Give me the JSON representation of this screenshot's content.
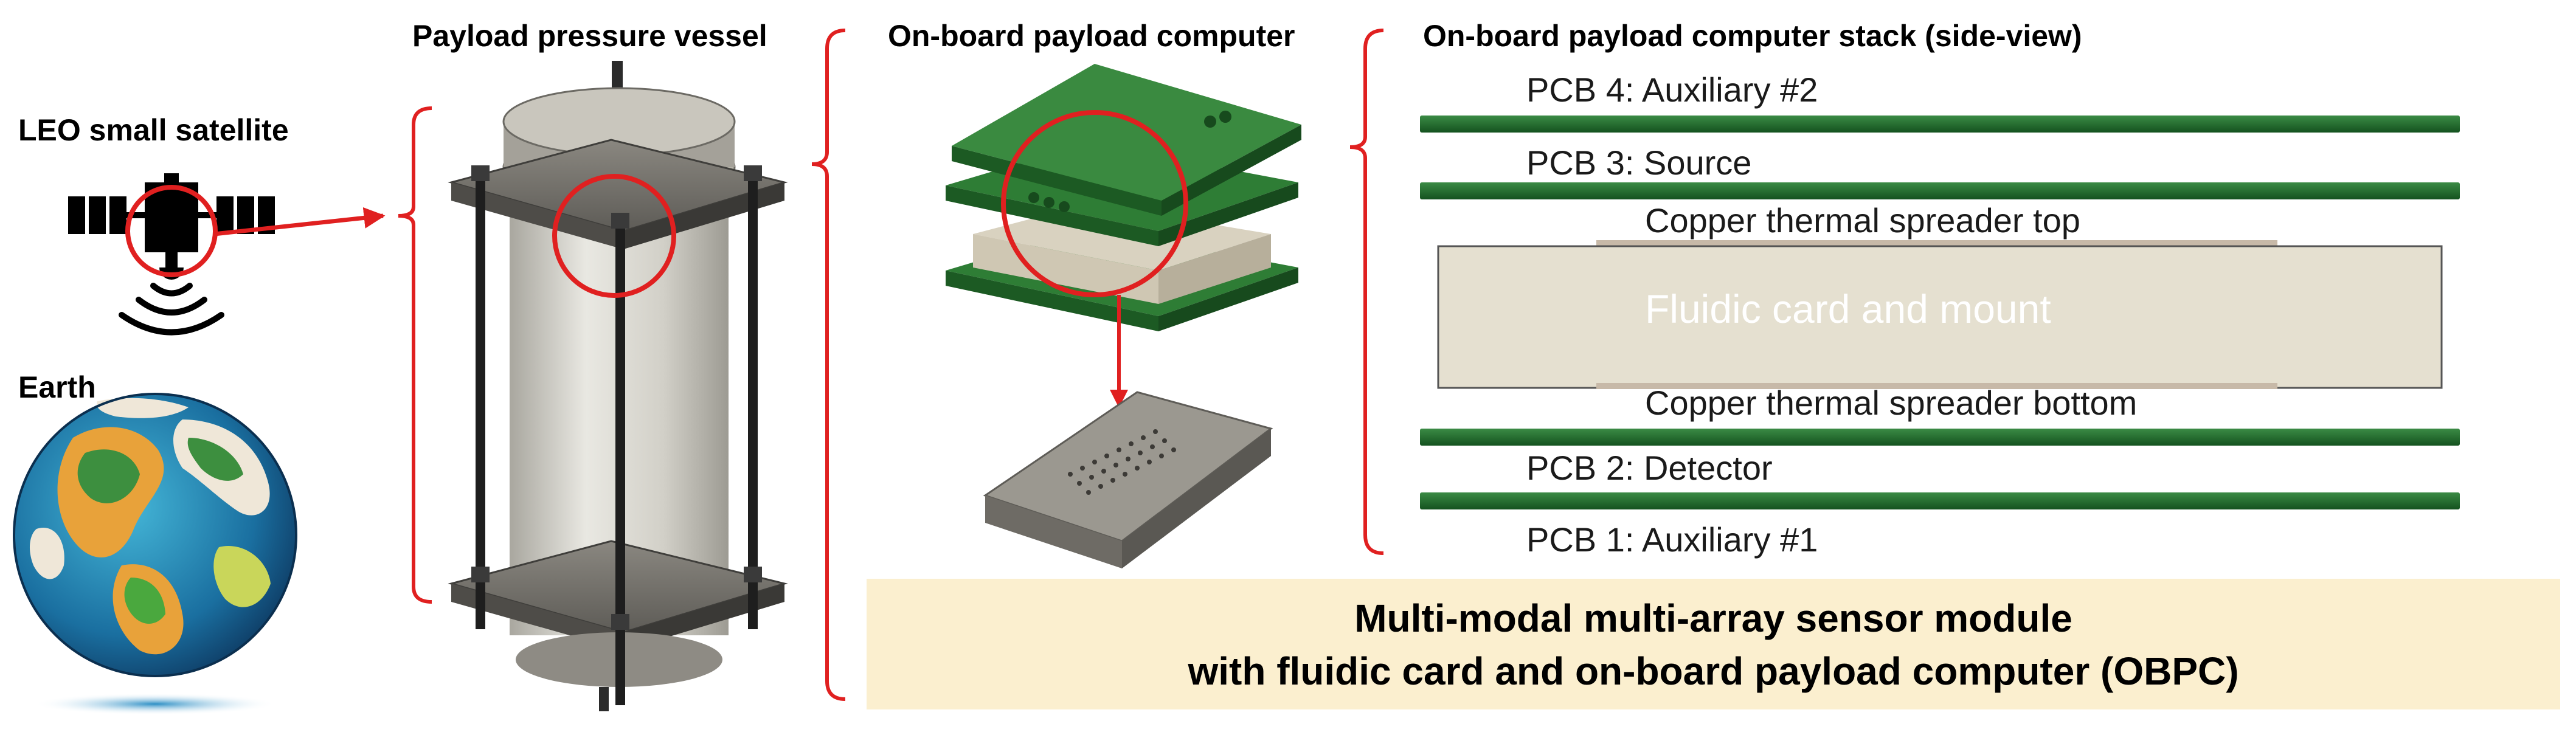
{
  "labels": {
    "satellite": "LEO small satellite",
    "earth": "Earth",
    "vessel": "Payload pressure vessel",
    "obpc": "On-board payload computer",
    "stack": "On-board payload computer stack (side-view)"
  },
  "stack_layers": {
    "pcb4": "PCB 4: Auxiliary #2",
    "pcb3": "PCB 3: Source",
    "copper_top": "Copper thermal spreader top",
    "fluidic": "Fluidic card and mount",
    "copper_bottom": "Copper thermal spreader bottom",
    "pcb2": "PCB 2: Detector",
    "pcb1": "PCB 1: Auxiliary #1"
  },
  "banner": {
    "line1": "Multi-modal multi-array sensor module",
    "line2": "with fluidic card and on-board payload computer (OBPC)"
  },
  "colors": {
    "pcb_green": "#1f6b2d",
    "highlight_red": "#e02020",
    "banner_bg": "#fbefcf",
    "fluidic_fill": "#e5e0d0"
  },
  "icons": [
    "satellite-icon",
    "signal-waves-icon",
    "earth-globe-icon",
    "pressure-vessel-render",
    "obpc-render",
    "fluidic-card-render"
  ]
}
